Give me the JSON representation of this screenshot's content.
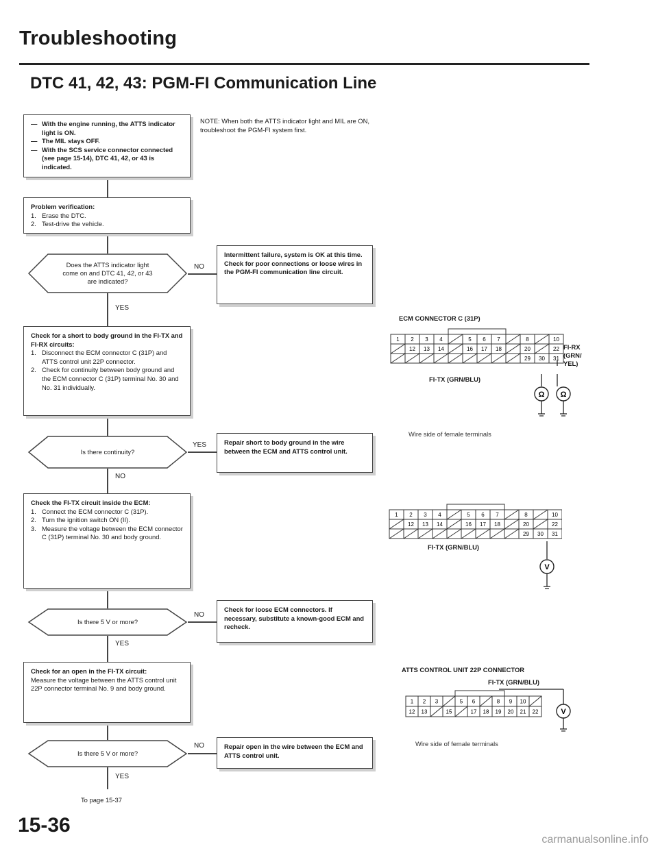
{
  "header": {
    "title": "Troubleshooting"
  },
  "dtc_title": "DTC 41, 42, 43: PGM-FI Communication Line",
  "note": "NOTE: When both the ATTS indicator light and MIL are ON, troubleshoot the PGM-FI system first.",
  "conditions": [
    "With the engine running, the ATTS indicator light is ON.",
    "The MIL stays OFF.",
    "With the SCS service connector connected (see page 15-14), DTC 41, 42, or 43 is indicated."
  ],
  "problem_verification": {
    "title": "Problem verification:",
    "steps": [
      "Erase the DTC.",
      "Test-drive the vehicle."
    ]
  },
  "q1": {
    "text": "Does the ATTS indicator light come on and DTC 41, 42, or 43 are indicated?",
    "no_label": "NO",
    "yes_label": "YES"
  },
  "intermittent": "Intermittent failure, system is OK at this time. Check for poor connections or loose wires in the PGM-FI communication line circuit.",
  "short_check": {
    "title": "Check for a short to body ground in the FI-TX and FI-RX circuits:",
    "steps": [
      "Disconnect the ECM connector C (31P) and ATTS control unit 22P connector.",
      "Check for continuity between body ground and the ECM connector C (31P) terminal No. 30 and No. 31 individually."
    ]
  },
  "q2": {
    "text": "Is there continuity?",
    "yes_label": "YES",
    "no_label": "NO"
  },
  "repair_short": "Repair short to body ground in the wire between the ECM and ATTS control unit.",
  "fitx_check": {
    "title": "Check the FI-TX circuit inside the ECM:",
    "steps": [
      "Connect the ECM connector C (31P).",
      "Turn the ignition switch ON (II).",
      "Measure the voltage between the ECM connector C (31P) terminal No. 30 and body ground."
    ]
  },
  "q3": {
    "text": "Is there 5 V or more?",
    "no_label": "NO",
    "yes_label": "YES"
  },
  "loose_ecm": "Check for loose ECM connectors. If necessary, substitute a known-good ECM and recheck.",
  "open_check": {
    "title": "Check for an open in the FI-TX circuit:",
    "body": "Measure the voltage between the ATTS control unit 22P connector terminal No. 9 and body ground."
  },
  "q4": {
    "text": "Is there 5 V or more?",
    "no_label": "NO",
    "yes_label": "YES"
  },
  "repair_open": "Repair open in the wire between the ECM and ATTS control unit.",
  "to_page": "To page 15-37",
  "diagram1": {
    "title": "ECM CONNECTOR C (31P)",
    "rx_label": [
      "FI-RX",
      "(GRN/",
      "YEL)"
    ],
    "tx_label": "FI-TX (GRN/BLU)",
    "meter": "Ω",
    "caption": "Wire side of female terminals",
    "row1": [
      "1",
      "2",
      "3",
      "4",
      "",
      "5",
      "6",
      "7",
      "",
      "8",
      "",
      "10"
    ],
    "row2": [
      "",
      "12",
      "13",
      "14",
      "",
      "16",
      "17",
      "18",
      "",
      "20",
      "",
      "22"
    ],
    "row3": [
      "",
      "",
      "",
      "",
      "",
      "",
      "",
      "",
      "",
      "29",
      "30",
      "31"
    ]
  },
  "diagram2": {
    "tx_label": "FI-TX (GRN/BLU)",
    "meter": "V",
    "row1": [
      "1",
      "2",
      "3",
      "4",
      "",
      "5",
      "6",
      "7",
      "",
      "8",
      "",
      "10"
    ],
    "row2": [
      "",
      "12",
      "13",
      "14",
      "",
      "16",
      "17",
      "18",
      "",
      "20",
      "",
      "22"
    ],
    "row3": [
      "",
      "",
      "",
      "",
      "",
      "",
      "",
      "",
      "",
      "29",
      "30",
      "31"
    ]
  },
  "diagram3": {
    "title": "ATTS CONTROL UNIT 22P CONNECTOR",
    "tx_label": "FI-TX (GRN/BLU)",
    "meter": "V",
    "caption": "Wire side of female terminals",
    "row1": [
      "1",
      "2",
      "3",
      "",
      "5",
      "6",
      "",
      "8",
      "9",
      "10",
      ""
    ],
    "row2": [
      "12",
      "13",
      "",
      "15",
      "",
      "17",
      "18",
      "19",
      "20",
      "21",
      "22"
    ]
  },
  "page_number": "15-36",
  "watermark": "carmanualsonline.info"
}
